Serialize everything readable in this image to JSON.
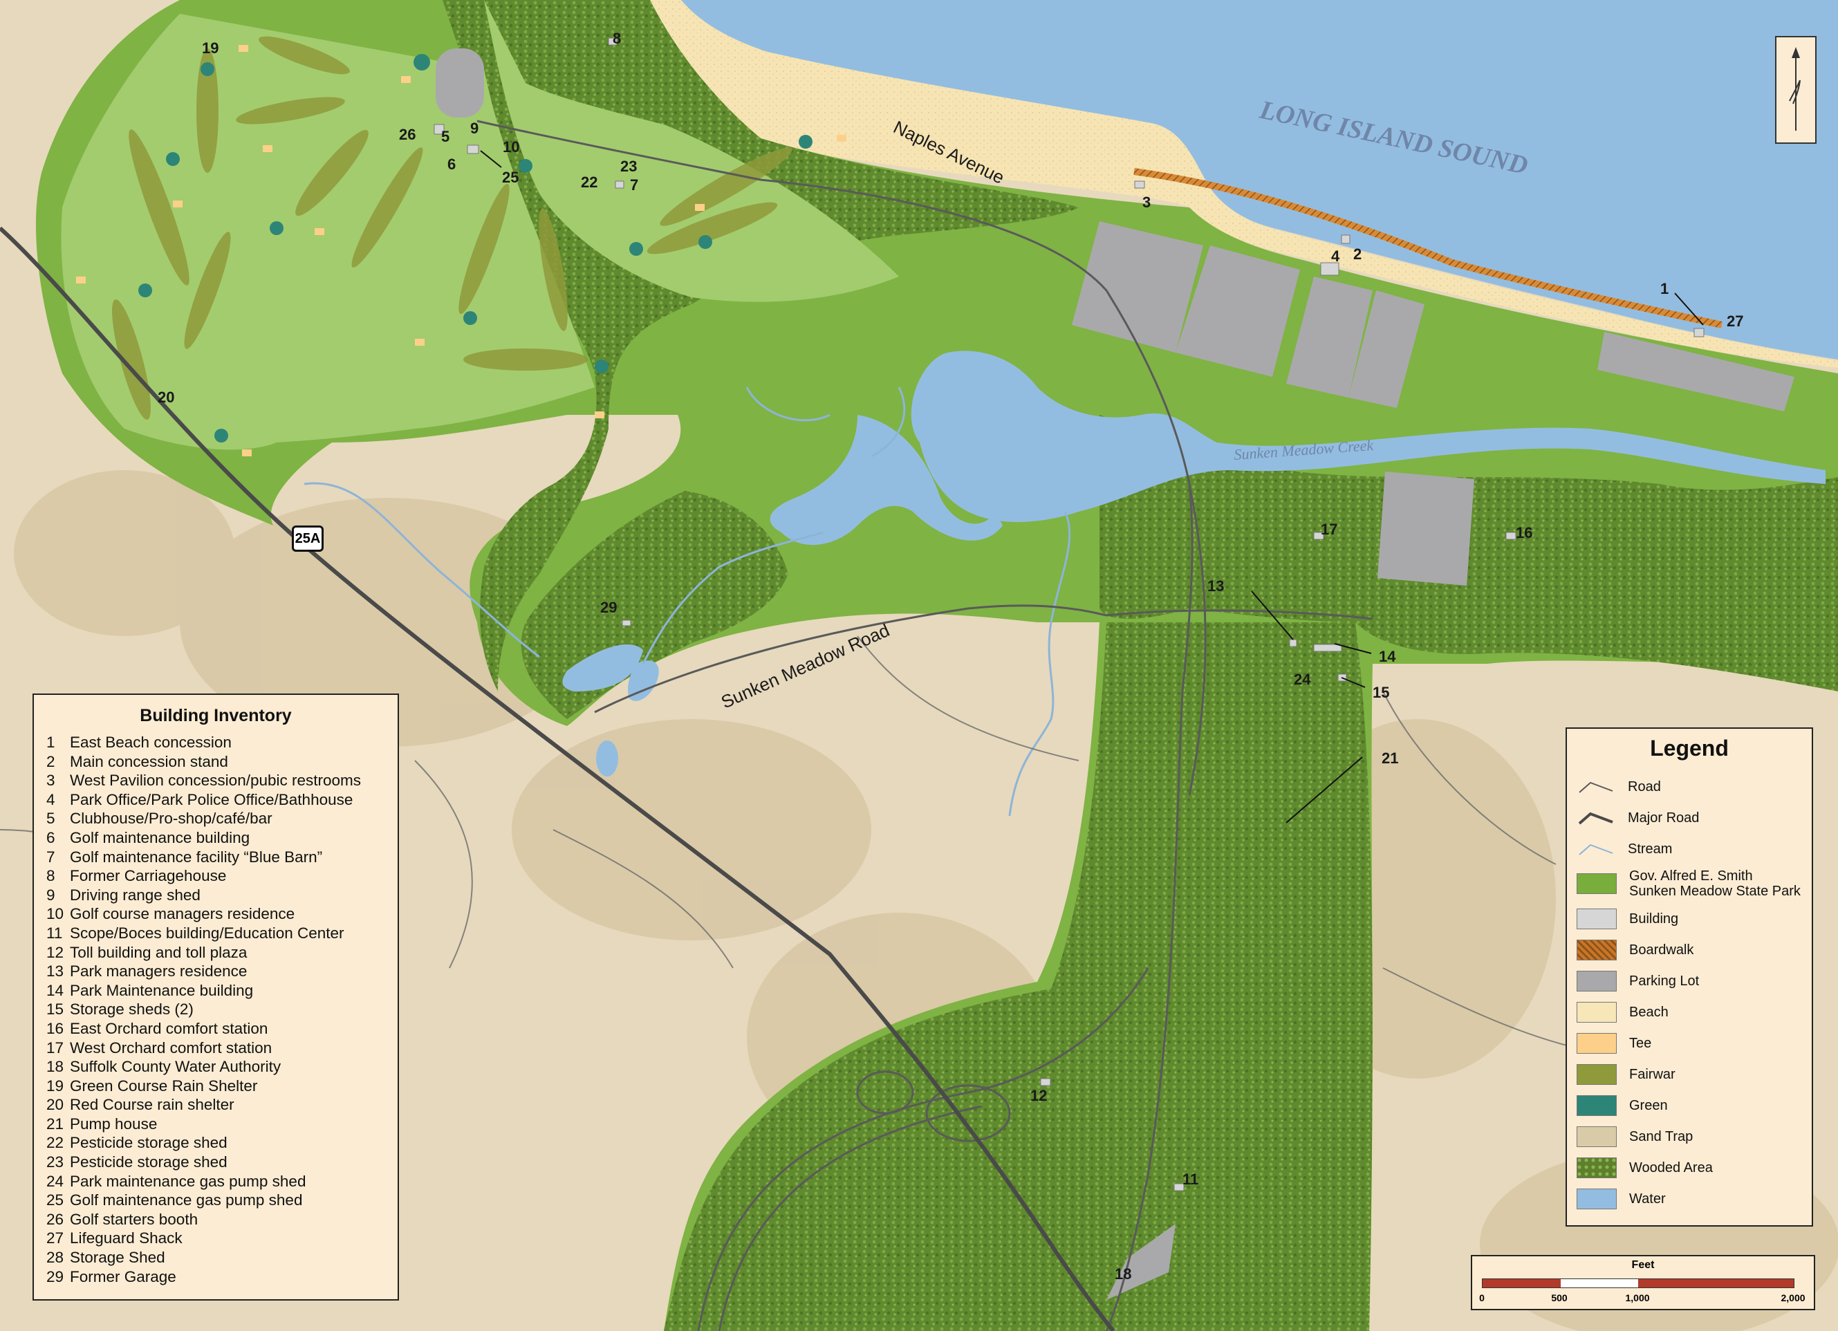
{
  "water_label": "LONG ISLAND SOUND",
  "creek_label": "Sunken Meadow Creek",
  "roads": {
    "naples": "Naples Avenue",
    "sunken_meadow": "Sunken Meadow Road",
    "route_shield": "25A"
  },
  "inventory": {
    "title": "Building Inventory",
    "items": [
      {
        "num": "1",
        "name": "East Beach concession"
      },
      {
        "num": "2",
        "name": "Main concession stand"
      },
      {
        "num": "3",
        "name": "West Pavilion concession/pubic restrooms"
      },
      {
        "num": "4",
        "name": "Park Office/Park Police Office/Bathhouse"
      },
      {
        "num": "5",
        "name": "Clubhouse/Pro-shop/café/bar"
      },
      {
        "num": "6",
        "name": "Golf maintenance building"
      },
      {
        "num": "7",
        "name": "Golf maintenance facility “Blue Barn”"
      },
      {
        "num": "8",
        "name": "Former Carriagehouse"
      },
      {
        "num": "9",
        "name": "Driving range shed"
      },
      {
        "num": "10",
        "name": "Golf course managers residence"
      },
      {
        "num": "11",
        "name": "Scope/Boces building/Education Center"
      },
      {
        "num": "12",
        "name": "Toll building and toll plaza"
      },
      {
        "num": "13",
        "name": "Park managers residence"
      },
      {
        "num": "14",
        "name": "Park Maintenance building"
      },
      {
        "num": "15",
        "name": "Storage sheds (2)"
      },
      {
        "num": "16",
        "name": "East Orchard comfort station"
      },
      {
        "num": "17",
        "name": "West Orchard comfort station"
      },
      {
        "num": "18",
        "name": "Suffolk County Water Authority"
      },
      {
        "num": "19",
        "name": "Green Course Rain Shelter"
      },
      {
        "num": "20",
        "name": "Red Course rain shelter"
      },
      {
        "num": "21",
        "name": "Pump house"
      },
      {
        "num": "22",
        "name": "Pesticide storage shed"
      },
      {
        "num": "23",
        "name": "Pesticide storage shed"
      },
      {
        "num": "24",
        "name": "Park maintenance gas pump shed"
      },
      {
        "num": "25",
        "name": "Golf maintenance gas pump shed"
      },
      {
        "num": "26",
        "name": "Golf starters booth"
      },
      {
        "num": "27",
        "name": "Lifeguard Shack"
      },
      {
        "num": "28",
        "name": "Storage Shed"
      },
      {
        "num": "29",
        "name": "Former Garage"
      }
    ]
  },
  "legend": {
    "title": "Legend",
    "items": [
      {
        "label": "Road",
        "kind": "line",
        "color": "#5a5a5a"
      },
      {
        "label": "Major Road",
        "kind": "line-thick",
        "color": "#4a4a4a"
      },
      {
        "label": "Stream",
        "kind": "line",
        "color": "#8db4d8"
      },
      {
        "label": "Gov. Alfred E. Smith Sunken Meadow State Park",
        "kind": "fill",
        "color": "#79ad3c"
      },
      {
        "label": "Building",
        "kind": "fill",
        "color": "#d6d6d6"
      },
      {
        "label": "Boardwalk",
        "kind": "hatch",
        "color": "#c9762a"
      },
      {
        "label": "Parking Lot",
        "kind": "fill",
        "color": "#a9a9ab"
      },
      {
        "label": "Beach",
        "kind": "fill",
        "color": "#f7e6b8"
      },
      {
        "label": "Tee",
        "kind": "fill",
        "color": "#fdd08a"
      },
      {
        "label": "Fairwar",
        "kind": "fill",
        "color": "#8f9a3a"
      },
      {
        "label": "Green",
        "kind": "fill",
        "color": "#2d8577"
      },
      {
        "label": "Sand Trap",
        "kind": "fill",
        "color": "#d9cba7"
      },
      {
        "label": "Wooded Area",
        "kind": "wood",
        "color": "#5e7f2c"
      },
      {
        "label": "Water",
        "kind": "fill",
        "color": "#93bde0"
      }
    ]
  },
  "scale": {
    "title": "Feet",
    "ticks": [
      "0",
      "500",
      "1,000",
      "2,000"
    ]
  },
  "labels": [
    {
      "id": "1",
      "text": "1"
    },
    {
      "id": "2",
      "text": "2"
    },
    {
      "id": "3",
      "text": "3"
    },
    {
      "id": "4",
      "text": "4"
    },
    {
      "id": "5",
      "text": "5"
    },
    {
      "id": "6",
      "text": "6"
    },
    {
      "id": "7",
      "text": "7"
    },
    {
      "id": "8",
      "text": "8"
    },
    {
      "id": "9",
      "text": "9"
    },
    {
      "id": "10",
      "text": "10"
    },
    {
      "id": "11",
      "text": "11"
    },
    {
      "id": "12",
      "text": "12"
    },
    {
      "id": "13",
      "text": "13"
    },
    {
      "id": "14",
      "text": "14"
    },
    {
      "id": "15",
      "text": "15"
    },
    {
      "id": "16",
      "text": "16"
    },
    {
      "id": "17",
      "text": "17"
    },
    {
      "id": "18",
      "text": "18"
    },
    {
      "id": "19",
      "text": "19"
    },
    {
      "id": "20",
      "text": "20"
    },
    {
      "id": "21",
      "text": "21"
    },
    {
      "id": "22",
      "text": "22"
    },
    {
      "id": "23",
      "text": "23"
    },
    {
      "id": "24",
      "text": "24"
    },
    {
      "id": "25",
      "text": "25"
    },
    {
      "id": "26",
      "text": "26"
    },
    {
      "id": "27",
      "text": "27"
    },
    {
      "id": "29",
      "text": "29"
    }
  ]
}
